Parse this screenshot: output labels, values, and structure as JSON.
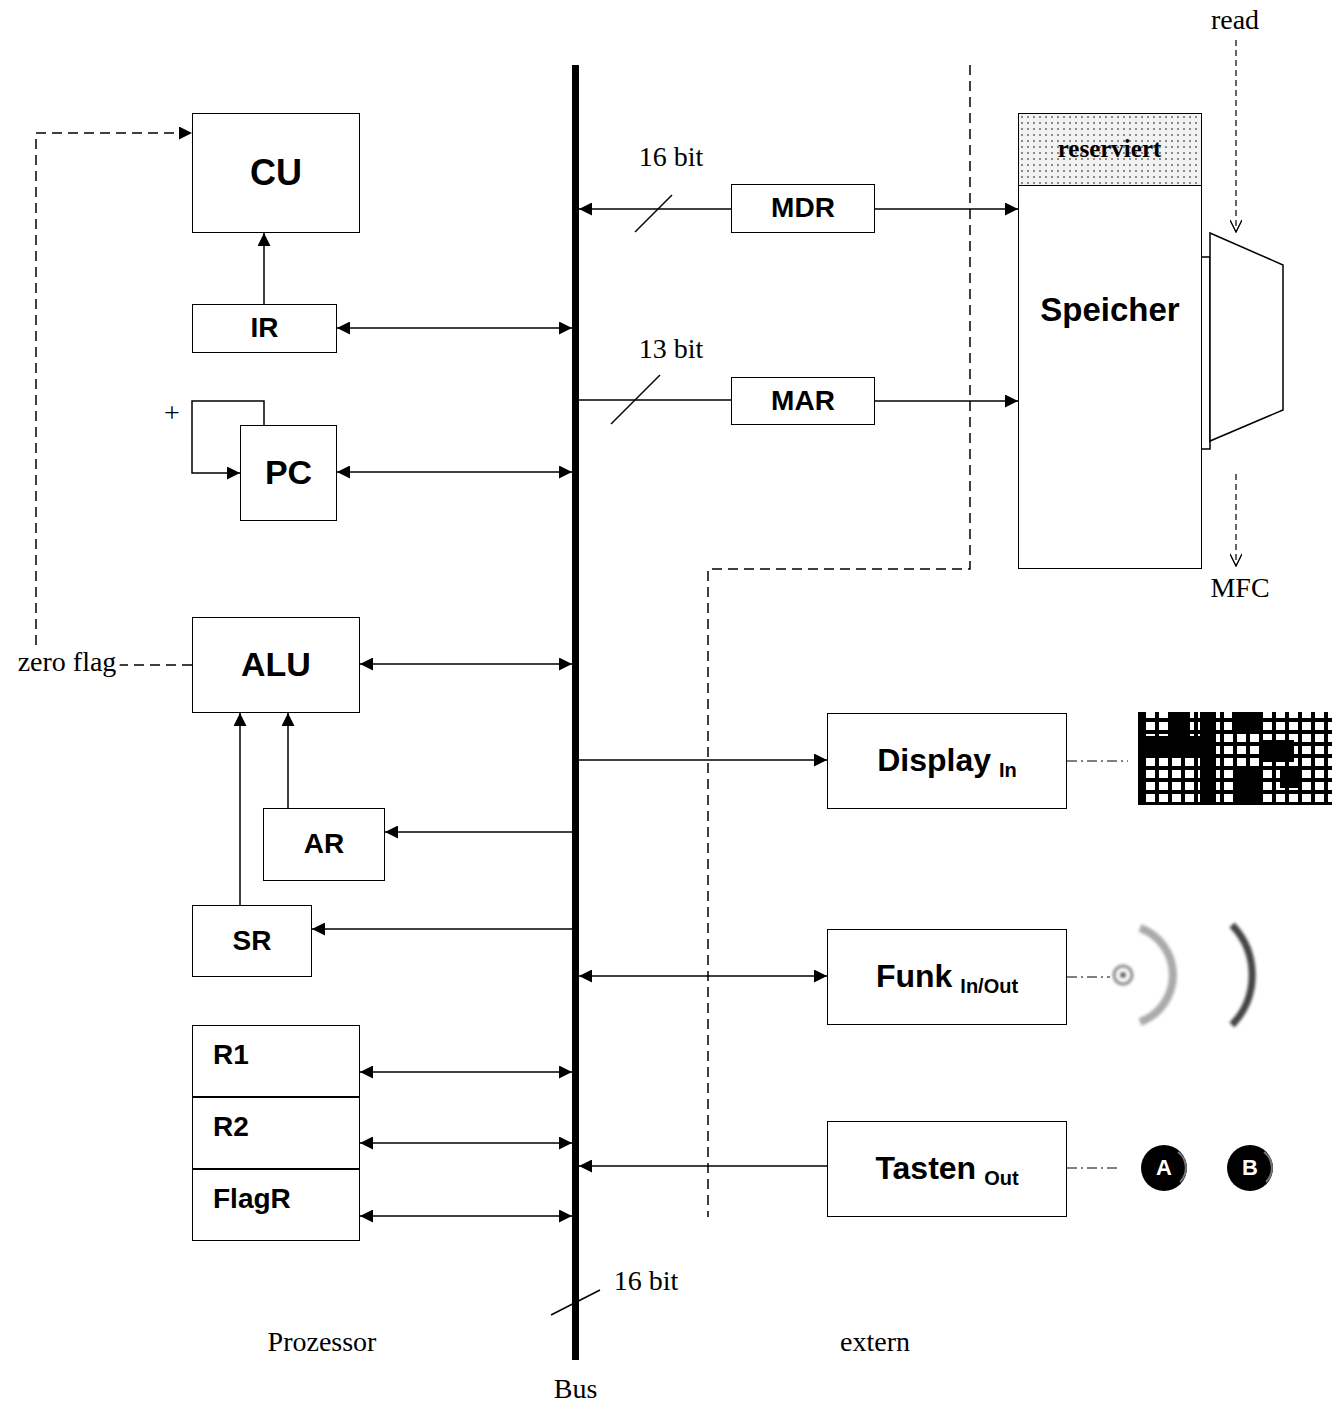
{
  "diagram": {
    "nodes": [
      {
        "text": [
          "CU"
        ]
      },
      {
        "text": [
          "IR"
        ]
      },
      {
        "text": [
          "PC"
        ]
      },
      {
        "text": [
          "ALU"
        ]
      },
      {
        "text": [
          "AR"
        ]
      },
      {
        "text": [
          "SR"
        ]
      },
      {
        "text": [
          "R1"
        ]
      },
      {
        "text": [
          "R2"
        ]
      },
      {
        "text": [
          "FlagR"
        ]
      },
      {
        "text": [
          "Bus"
        ]
      },
      {
        "text": [
          "MDR"
        ]
      },
      {
        "text": [
          "MAR"
        ]
      },
      {
        "text": [
          "Speicher"
        ]
      },
      {
        "text": [
          "reserviert"
        ],
        "in": 12
      },
      {
        "text": [
          "Display",
          "In"
        ]
      },
      {
        "text": [
          "Funk",
          "In/Out"
        ]
      },
      {
        "text": [
          "Tasten",
          "Out"
        ]
      }
    ],
    "edges": [
      {
        "from": 1,
        "to": 0,
        "arrow": "to"
      },
      {
        "from": 1,
        "to": 9,
        "arrow": "both"
      },
      {
        "from": 2,
        "to": 9,
        "arrow": "both"
      },
      {
        "from": 3,
        "to": 9,
        "arrow": "both"
      },
      {
        "from": 9,
        "to": 4,
        "arrow": "to"
      },
      {
        "from": 9,
        "to": 5,
        "arrow": "to"
      },
      {
        "from": 4,
        "to": 3,
        "arrow": "to"
      },
      {
        "from": 5,
        "to": 3,
        "arrow": "to"
      },
      {
        "from": 6,
        "to": 9,
        "arrow": "both"
      },
      {
        "from": 7,
        "to": 9,
        "arrow": "both"
      },
      {
        "from": 8,
        "to": 9,
        "arrow": "both"
      },
      {
        "from": 10,
        "to": 9,
        "label": "16 bit",
        "arrow": "to"
      },
      {
        "from": 10,
        "to": 12,
        "arrow": "to"
      },
      {
        "from": 9,
        "to": 11,
        "label": "13 bit",
        "arrow": "none"
      },
      {
        "from": 11,
        "to": 12,
        "arrow": "to"
      },
      {
        "from": 9,
        "to": 14,
        "arrow": "to"
      },
      {
        "from": 15,
        "to": 9,
        "arrow": "both"
      },
      {
        "from": 16,
        "to": 9,
        "arrow": "to"
      },
      {
        "from": 3,
        "to": 0,
        "label": "zero flag",
        "arrow": "to"
      }
    ],
    "labels": [
      "16 bit",
      "read",
      "MFC",
      "+",
      "Prozessor",
      "extern",
      "A",
      "B"
    ]
  }
}
